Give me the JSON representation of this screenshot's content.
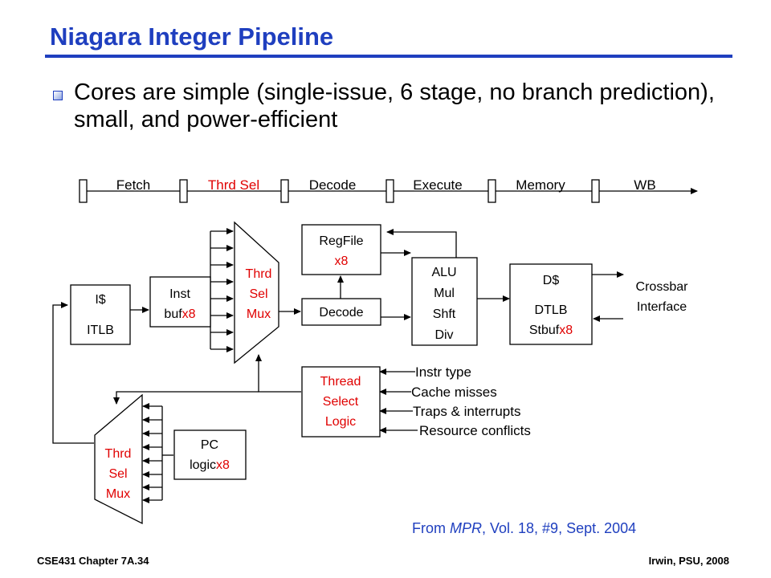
{
  "slide": {
    "title": "Niagara Integer Pipeline",
    "bullet": "Cores are simple (single-issue, 6 stage, no branch prediction), small, and power-efficient"
  },
  "colors": {
    "title": "#1f3fbf",
    "highlight": "#e00000",
    "text": "#000000"
  },
  "pipeline_stages": [
    {
      "label": "Fetch",
      "highlight": false
    },
    {
      "label": "Thrd Sel",
      "highlight": true
    },
    {
      "label": "Decode",
      "highlight": false
    },
    {
      "label": "Execute",
      "highlight": false
    },
    {
      "label": "Memory",
      "highlight": false
    },
    {
      "label": "WB",
      "highlight": false
    }
  ],
  "blocks": {
    "icache": {
      "line1": "I$",
      "line2": "ITLB"
    },
    "instbuf": {
      "line1": "Inst",
      "line2_plain": "buf",
      "line2_red": "x8"
    },
    "mux_top": {
      "line1": "Thrd",
      "line2": "Sel",
      "line3": "Mux"
    },
    "regfile": {
      "line1": "RegFile",
      "line2_red": "x8"
    },
    "decode": {
      "label": "Decode"
    },
    "alu": {
      "line1": "ALU",
      "line2": "Mul",
      "line3": "Shft",
      "line4": "Div"
    },
    "dcache": {
      "line1": "D$",
      "line2": "DTLB",
      "line3_plain": "Stbuf",
      "line3_red": "x8"
    },
    "crossbar": {
      "line1": "Crossbar",
      "line2": "Interface"
    },
    "thread_logic": {
      "line1": "Thread",
      "line2": "Select",
      "line3": "Logic"
    },
    "mux_bottom": {
      "line1": "Thrd",
      "line2": "Sel",
      "line3": "Mux"
    },
    "pc_logic": {
      "line1": "PC",
      "line2_plain": "logic",
      "line2_red": "x8"
    }
  },
  "inputs": [
    "Instr type",
    "Cache misses",
    "Traps & interrupts",
    "Resource conflicts"
  ],
  "citation": {
    "prefix": "From ",
    "source": "MPR",
    "suffix": ", Vol. 18, #9, Sept. 2004"
  },
  "footer": {
    "left": "CSE431  Chapter 7A.34",
    "right": "Irwin, PSU, 2008"
  }
}
